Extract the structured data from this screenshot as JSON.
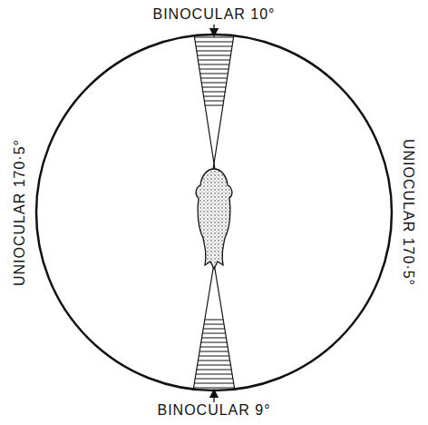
{
  "diagram": {
    "labels": [
      "BINOCULAR 10°",
      "UNIOCULAR 170·5°",
      "UNIOCULAR 170·5°",
      "BINOCULAR 9°"
    ]
  }
}
